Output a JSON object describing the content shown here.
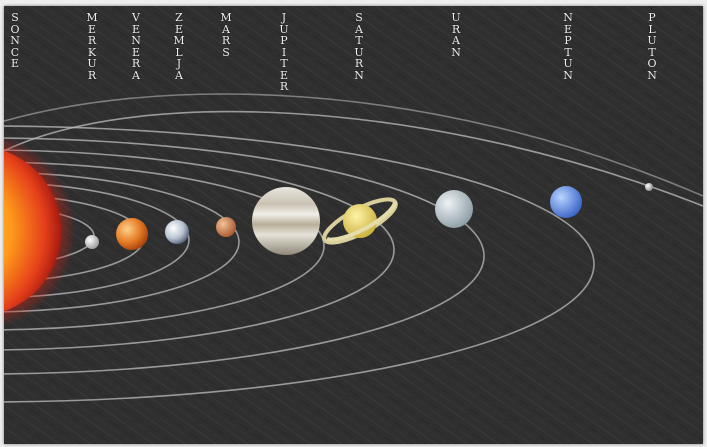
{
  "colors": {
    "background": "#2f2f2f",
    "orbit": "#bdbdbd",
    "label": "#efefef"
  },
  "labels": [
    {
      "key": "sonce",
      "text": "SONCE"
    },
    {
      "key": "merkur",
      "text": "MERKUR"
    },
    {
      "key": "venera",
      "text": "VENERA"
    },
    {
      "key": "zemlja",
      "text": "ZEMLJA"
    },
    {
      "key": "mars",
      "text": "MARS"
    },
    {
      "key": "jupiter",
      "text": "JUPITER"
    },
    {
      "key": "saturn",
      "text": "SATURN"
    },
    {
      "key": "uran",
      "text": "URAN"
    },
    {
      "key": "neptun",
      "text": "NEPTUN"
    },
    {
      "key": "pluton",
      "text": "PLUTON"
    }
  ]
}
